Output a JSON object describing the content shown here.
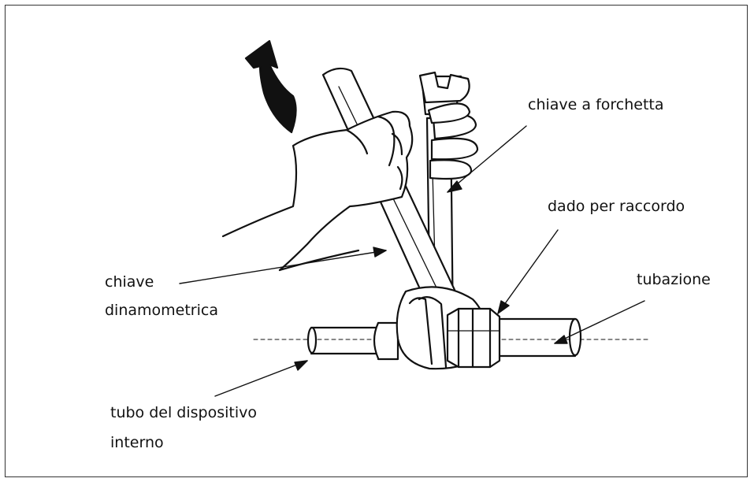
{
  "labels": {
    "open_wrench": "chiave a forchetta",
    "flare_nut": "dado per raccordo",
    "piping": "tubazione",
    "torque_wrench_line1": "chiave",
    "torque_wrench_line2": "dinamometrica",
    "indoor_pipe_line1": "tubo del dispositivo",
    "indoor_pipe_line2": "interno"
  },
  "colors": {
    "line": "#111111",
    "frame": "#333333",
    "background": "#ffffff"
  }
}
